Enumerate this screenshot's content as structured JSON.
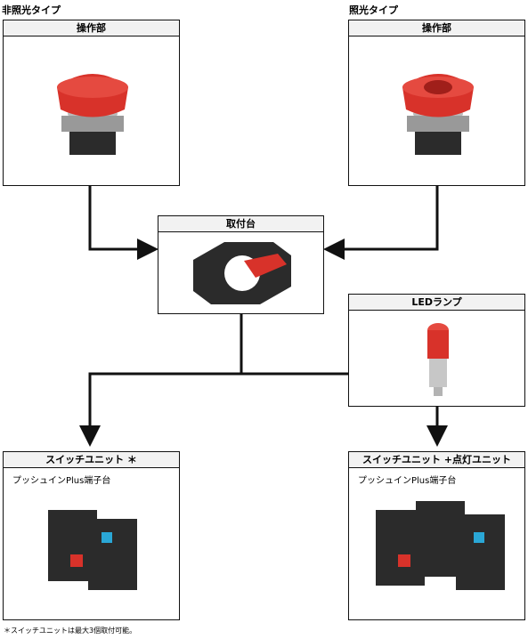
{
  "left_title": "非照光タイプ",
  "right_title": "照光タイプ",
  "boxes": {
    "operator_left": {
      "header": "操作部"
    },
    "operator_right": {
      "header": "操作部"
    },
    "mount": {
      "header": "取付台"
    },
    "led": {
      "header": "LEDランプ"
    },
    "switch_left": {
      "header": "スイッチユニット ＊",
      "sub": "プッシュインPlus端子台"
    },
    "switch_right": {
      "header": "スイッチユニット +点灯ユニット",
      "sub": "プッシュインPlus端子台"
    }
  },
  "footnote": "＊スイッチユニットは最大3個取付可能。",
  "colors": {
    "red": "#d8322a",
    "dark": "#2b2b2b",
    "blue": "#2aa7d6",
    "line": "#111111"
  }
}
